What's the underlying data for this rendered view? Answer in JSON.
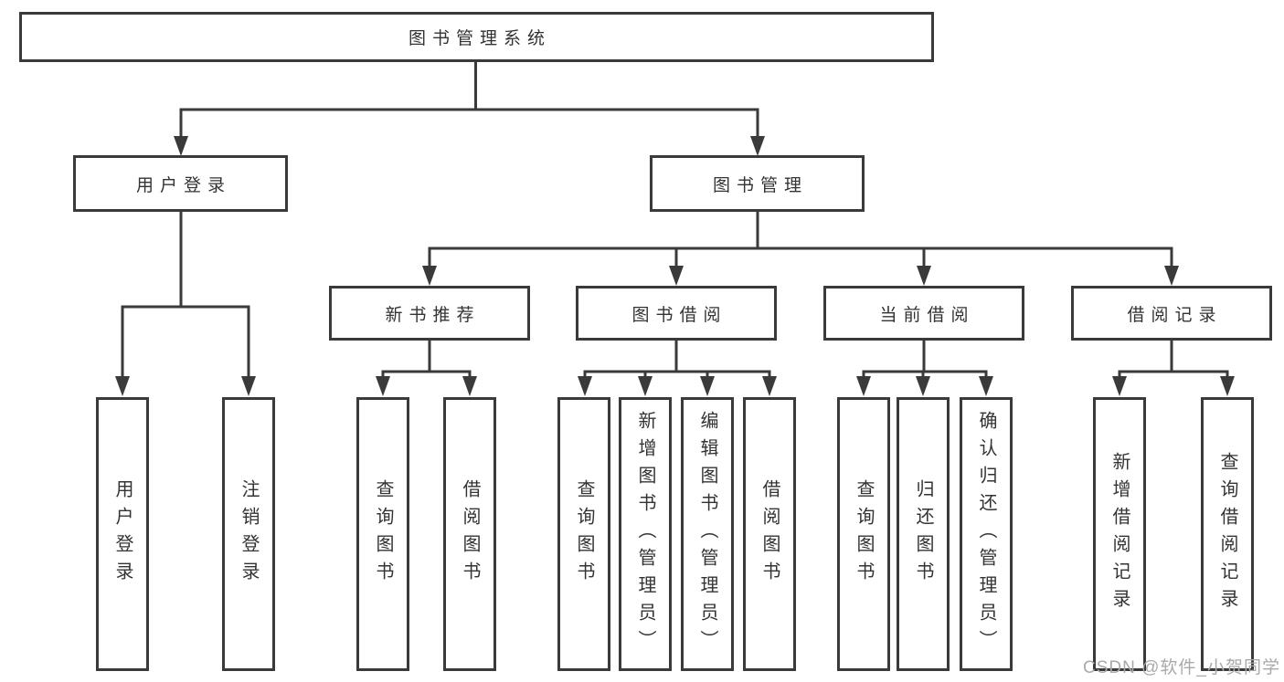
{
  "tree": {
    "label": "图书管理系统",
    "children": [
      {
        "label": "用户登录",
        "children": [
          {
            "label": "用户登录"
          },
          {
            "label": "注销登录"
          }
        ]
      },
      {
        "label": "图书管理",
        "children": [
          {
            "label": "新书推荐",
            "children": [
              {
                "label": "查询图书"
              },
              {
                "label": "借阅图书"
              }
            ]
          },
          {
            "label": "图书借阅",
            "children": [
              {
                "label": "查询图书"
              },
              {
                "label": "新增图书（管理员）"
              },
              {
                "label": "编辑图书（管理员）"
              },
              {
                "label": "借阅图书"
              }
            ]
          },
          {
            "label": "当前借阅",
            "children": [
              {
                "label": "查询图书"
              },
              {
                "label": "归还图书"
              },
              {
                "label": "确认归还（管理员）"
              }
            ]
          },
          {
            "label": "借阅记录",
            "children": [
              {
                "label": "新增借阅记录"
              },
              {
                "label": "查询借阅记录"
              }
            ]
          }
        ]
      }
    ]
  },
  "watermark": {
    "text": "CSDN @软件_小贺同学",
    "color": "#a9a9a9"
  },
  "colors": {
    "line": "#3a3a3a",
    "text": "#333333",
    "background": "#ffffff"
  }
}
